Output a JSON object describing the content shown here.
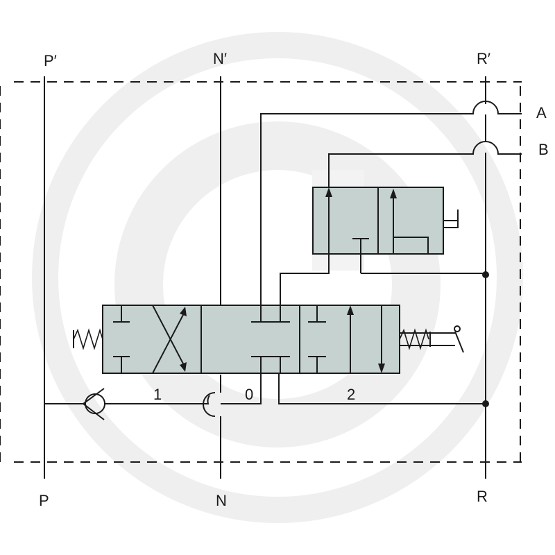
{
  "ports": {
    "p_top": "P′",
    "n_top": "N′",
    "r_top": "R′",
    "p_bottom": "P",
    "n_bottom": "N",
    "r_bottom": "R",
    "a": "A",
    "b": "B"
  },
  "positions": {
    "pos1": "1",
    "pos0": "0",
    "pos2": "2"
  },
  "colors": {
    "valve_fill": "#c5d2cf",
    "line": "#1a1a1a",
    "watermark": "#efefef"
  }
}
